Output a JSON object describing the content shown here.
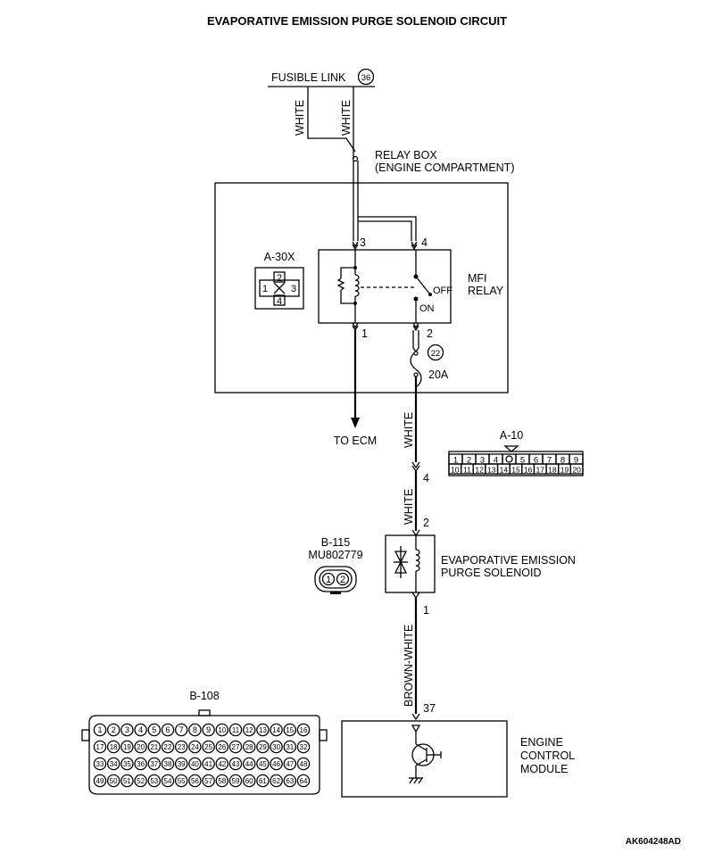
{
  "title": "EVAPORATIVE EMISSION PURGE SOLENOID CIRCUIT",
  "fusible_link": {
    "label": "FUSIBLE LINK",
    "number": "36"
  },
  "wires": {
    "white_left": "WHITE",
    "white_right": "WHITE",
    "white_mid": "WHITE",
    "white_lower": "WHITE",
    "brown_white": "BROWN-WHITE"
  },
  "relay_box": {
    "line1": "RELAY BOX",
    "line2": "(ENGINE COMPARTMENT)"
  },
  "relay": {
    "name_line1": "MFI",
    "name_line2": "RELAY",
    "off": "OFF",
    "on": "ON",
    "pin3": "3",
    "pin4": "4",
    "pin1": "1",
    "pin2": "2"
  },
  "connector_a30x": {
    "label": "A-30X",
    "pins": [
      "1",
      "2",
      "3",
      "4"
    ]
  },
  "fuse": {
    "number": "22",
    "rating": "20A"
  },
  "to_ecm": "TO ECM",
  "connector_a10": {
    "label": "A-10",
    "row1": [
      "1",
      "2",
      "3",
      "4",
      "5",
      "6",
      "7",
      "8",
      "9"
    ],
    "row2": [
      "10",
      "11",
      "12",
      "13",
      "14",
      "15",
      "16",
      "17",
      "18",
      "19",
      "20"
    ]
  },
  "pins": {
    "a10": "4",
    "sol_top": "2",
    "sol_bottom": "1",
    "ecm": "37"
  },
  "solenoid": {
    "line1": "EVAPORATIVE EMISSION",
    "line2": "PURGE SOLENOID"
  },
  "connector_b115": {
    "label": "B-115",
    "part": "MU802779",
    "pins": [
      "1",
      "2"
    ]
  },
  "connector_b108": {
    "label": "B-108",
    "rows": [
      [
        "1",
        "2",
        "3",
        "4",
        "5",
        "6",
        "7",
        "8",
        "9",
        "10",
        "11",
        "12",
        "13",
        "14",
        "15",
        "16"
      ],
      [
        "17",
        "18",
        "19",
        "20",
        "21",
        "22",
        "23",
        "24",
        "25",
        "26",
        "27",
        "28",
        "29",
        "30",
        "31",
        "32"
      ],
      [
        "33",
        "34",
        "35",
        "36",
        "37",
        "38",
        "39",
        "40",
        "41",
        "42",
        "43",
        "44",
        "45",
        "46",
        "47",
        "48"
      ],
      [
        "49",
        "50",
        "51",
        "52",
        "53",
        "54",
        "55",
        "56",
        "57",
        "58",
        "59",
        "60",
        "61",
        "62",
        "63",
        "64"
      ]
    ]
  },
  "ecm": {
    "line1": "ENGINE",
    "line2": "CONTROL",
    "line3": "MODULE"
  },
  "code": "AK604248AD"
}
